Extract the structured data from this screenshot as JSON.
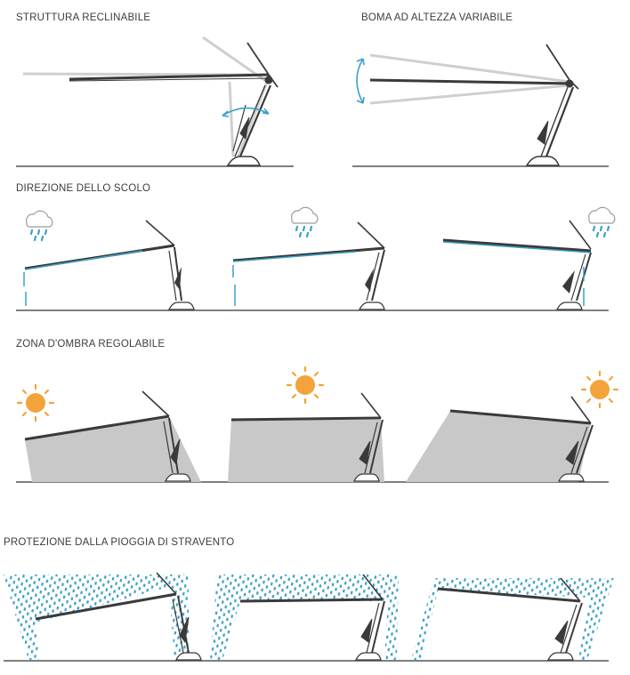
{
  "sections": {
    "recline": {
      "title": "STRUTTURA RECLINABILE"
    },
    "boom_height": {
      "title": "BOMA AD ALTEZZA VARIABILE"
    },
    "drain": {
      "title": "DIREZIONE DELLO SCOLO"
    },
    "shade": {
      "title": "ZONA D'OMBRA REGOLABILE"
    },
    "rain": {
      "title": "PROTEZIONE DALLA PIOGGIA DI STRAVENTO"
    }
  },
  "icons": {
    "cloud": "rain-cloud-icon",
    "sun": "sun-icon",
    "arrow": "double-arrow-icon"
  },
  "colors": {
    "structure": "#3a3a3a",
    "ghost": "#cfcfcf",
    "accent_blue": "#3aa0c8",
    "sun": "#f2a33a",
    "shade": "#c8c8c8",
    "ground": "#555555"
  }
}
